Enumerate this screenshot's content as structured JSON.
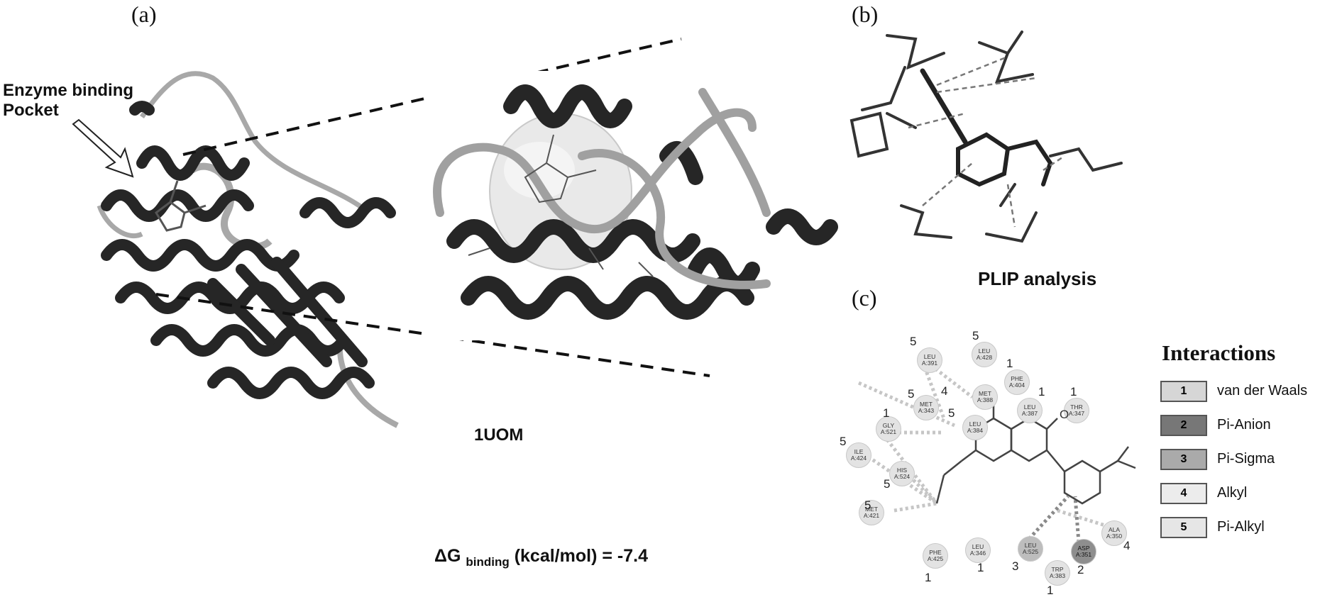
{
  "panels": {
    "a": "(a)",
    "b": "(b)",
    "c": "(c)"
  },
  "panel_a": {
    "pocket_label_line1": "Enzyme binding",
    "pocket_label_line2": "Pocket",
    "pdb_id": "1UOM",
    "dg_prefix": "ΔG",
    "dg_sub": "binding",
    "dg_suffix": "(kcal/mol) = -7.4"
  },
  "panel_b": {
    "caption": "PLIP analysis"
  },
  "panel_c": {
    "legend_title": "Interactions",
    "legend": [
      {
        "code": "1",
        "label": "van der Waals",
        "color": "#d6d6d6"
      },
      {
        "code": "2",
        "label": "Pi-Anion",
        "color": "#777777"
      },
      {
        "code": "3",
        "label": "Pi-Sigma",
        "color": "#aaaaaa"
      },
      {
        "code": "4",
        "label": "Alkyl",
        "color": "#ececec"
      },
      {
        "code": "5",
        "label": "Pi-Alkyl",
        "color": "#e6e6e6"
      }
    ],
    "residues": [
      {
        "name": "LEU",
        "id": "A:391",
        "num": "5"
      },
      {
        "name": "LEU",
        "id": "A:428",
        "num": "5"
      },
      {
        "name": "PHE",
        "id": "A:404",
        "num": "1"
      },
      {
        "name": "MET",
        "id": "A:388",
        "num": "4"
      },
      {
        "name": "LEU",
        "id": "A:387",
        "num": "1"
      },
      {
        "name": "THR",
        "id": "A:347",
        "num": "1"
      },
      {
        "name": "MET",
        "id": "A:343",
        "num": "5"
      },
      {
        "name": "LEU",
        "id": "A:384",
        "num": "5"
      },
      {
        "name": "GLY",
        "id": "A:521",
        "num": "1"
      },
      {
        "name": "ILE",
        "id": "A:424",
        "num": "5"
      },
      {
        "name": "HIS",
        "id": "A:524",
        "num": "5"
      },
      {
        "name": "MET",
        "id": "A:421",
        "num": "5"
      },
      {
        "name": "PHE",
        "id": "A:425",
        "num": "1"
      },
      {
        "name": "LEU",
        "id": "A:346",
        "num": "1"
      },
      {
        "name": "LEU",
        "id": "A:525",
        "num": "3"
      },
      {
        "name": "TRP",
        "id": "A:383",
        "num": "1"
      },
      {
        "name": "ASP",
        "id": "A:351",
        "num": "2"
      },
      {
        "name": "ALA",
        "id": "A:350",
        "num": "4"
      }
    ],
    "ligand_oxygen_label": "O"
  }
}
